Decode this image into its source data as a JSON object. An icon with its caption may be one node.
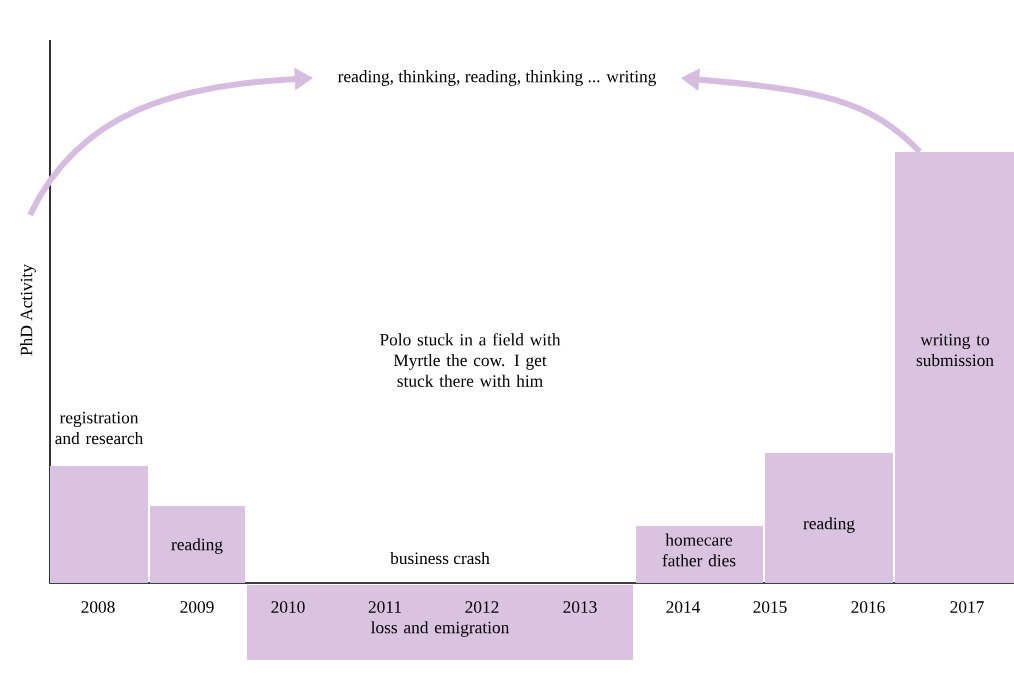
{
  "diagram": {
    "nodes": [
      {
        "text": [
          "reading, thinking, reading, thinking ... writing"
        ]
      },
      {
        "text": [
          "registration and research"
        ]
      },
      {
        "text": [
          "reading"
        ]
      },
      {
        "text": [
          "loss and emigration"
        ]
      },
      {
        "text": [
          "homecare father dies"
        ]
      },
      {
        "text": [
          "reading"
        ]
      },
      {
        "text": [
          "writing to submission"
        ]
      }
    ],
    "edges": [
      {
        "from": null,
        "to": 0,
        "arrow": "to",
        "color": "#d6bde0"
      },
      {
        "from": 6,
        "to": 0,
        "arrow": "to",
        "color": "#d6bde0"
      }
    ],
    "labels": [
      "PhD Activity",
      "Polo stuck in a field with Myrtle the cow. I get stuck there with him",
      "business crash",
      "2008",
      "2009",
      "2010",
      "2011",
      "2012",
      "2013",
      "2014",
      "2015",
      "2016",
      "2017"
    ]
  }
}
